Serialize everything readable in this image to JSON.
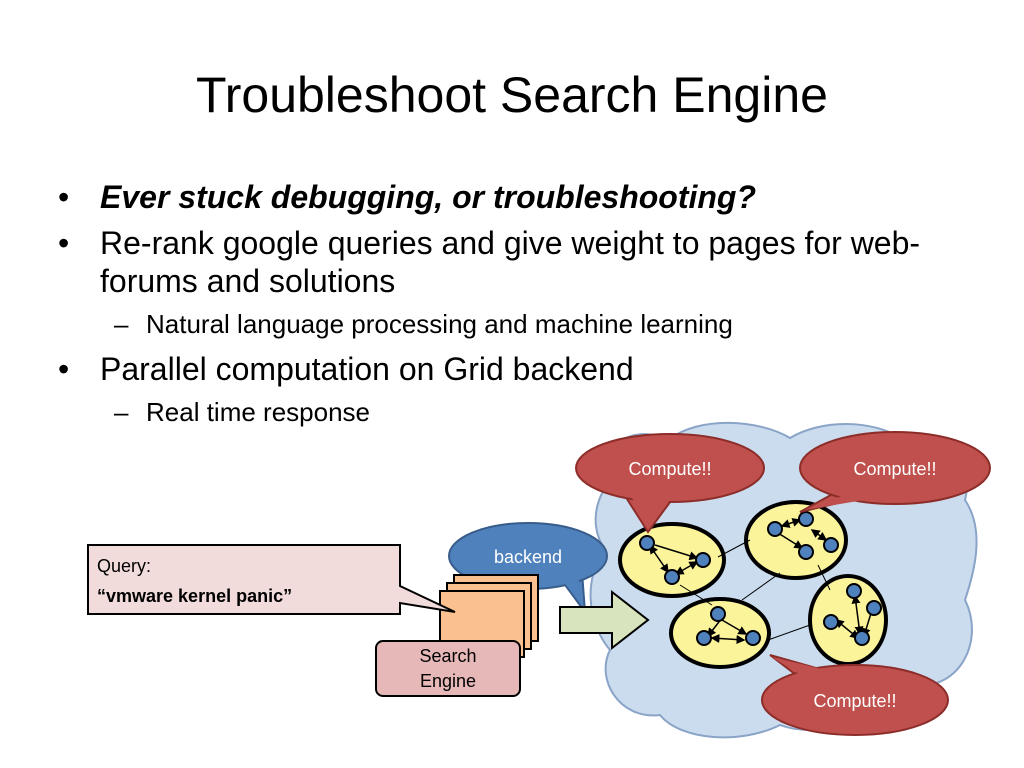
{
  "slide": {
    "title": "Troubleshoot Search Engine",
    "bullet_char": "•",
    "dash_char": "–",
    "bullets": [
      {
        "text": "Ever stuck debugging, or troubleshooting?"
      },
      {
        "text": "Re-rank google queries and give weight to pages for web-forums and solutions",
        "sub": "Natural language processing and machine learning"
      },
      {
        "text": "Parallel computation on Grid backend",
        "sub": "Real time response"
      }
    ]
  },
  "diagram": {
    "query_label": "Query:",
    "query_text": "“vmware kernel panic”",
    "search_engine_line1": "Search",
    "search_engine_line2": "Engine",
    "backend_label": "backend",
    "compute_label": "Compute!!",
    "colors": {
      "cloud_fill": "#cbdcee",
      "cloud_stroke": "#8aa4c8",
      "cluster_fill": "#fbf49a",
      "node_fill": "#4f81bd",
      "callout_red": "#c0504d",
      "callout_blue": "#4f81bd",
      "query_box_fill": "#f2dcdb",
      "server_fill": "#fac090",
      "arrow_fill": "#d7e4bd"
    }
  }
}
